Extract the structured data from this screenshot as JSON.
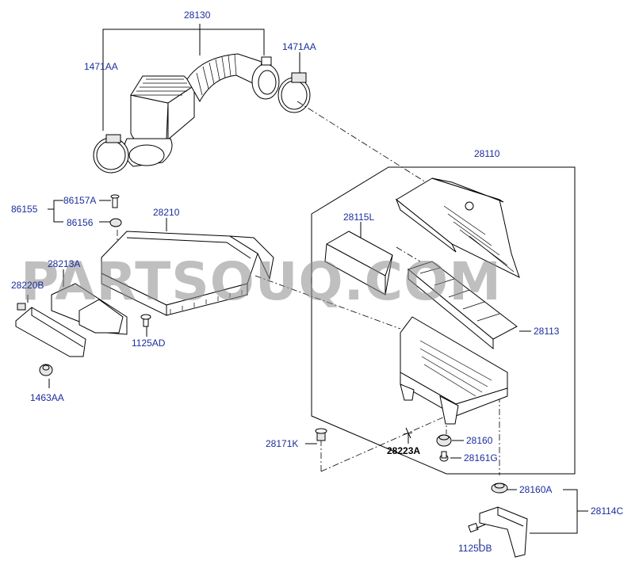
{
  "watermark": "PARTSOUQ.COM",
  "colors": {
    "label": "#1b2d9c",
    "label_bold": "#000000",
    "line": "#000000",
    "watermark": "#8a8a8a"
  },
  "labels": {
    "p28130": "28130",
    "p1471AA_left": "1471AA",
    "p1471AA_right": "1471AA",
    "p28110": "28110",
    "p86155": "86155",
    "p86157A": "86157A",
    "p86156": "86156",
    "p28210": "28210",
    "p28115L": "28115L",
    "p28213A": "28213A",
    "p28220B": "28220B",
    "p1125AD": "1125AD",
    "p1463AA": "1463AA",
    "p28113": "28113",
    "p28171K": "28171K",
    "p28223A": "28223A",
    "p28160": "28160",
    "p28161G": "28161G",
    "p28160A": "28160A",
    "p28114C": "28114C",
    "p1125DB": "1125DB"
  }
}
